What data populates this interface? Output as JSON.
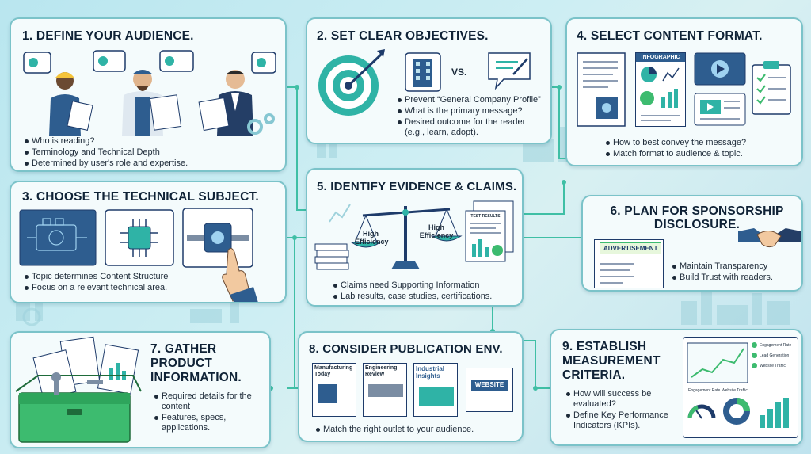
{
  "steps": [
    {
      "title": "1. DEFINE YOUR AUDIENCE.",
      "bullets": [
        "Who is reading?",
        "Terminology and Technical Depth",
        "Determined by user's role and expertise."
      ]
    },
    {
      "title": "2. SET CLEAR OBJECTIVES.",
      "vs_label": "VS.",
      "bullets": [
        "Prevent “General Company Profile”",
        "What is the primary message?",
        "Desired outcome for the reader (e.g., learn, adopt)."
      ]
    },
    {
      "title": "3. CHOOSE THE TECHNICAL SUBJECT.",
      "bullets": [
        "Topic determines Content Structure",
        "Focus on a relevant technical area."
      ]
    },
    {
      "title": "4. SELECT CONTENT FORMAT.",
      "infographic_label": "INFOGRAPHIC",
      "bullets": [
        "How to best convey the message?",
        "Match format to audience & topic."
      ]
    },
    {
      "title": "5. IDENTIFY EVIDENCE & CLAIMS.",
      "scale_left": "High Efficiency",
      "scale_right": "High Efficiency",
      "doc_label": "TEST RESULTS",
      "bullets": [
        "Claims need Supporting Information",
        "Lab results, case studies, certifications."
      ]
    },
    {
      "title": "6. PLAN FOR SPONSORSHIP DISCLOSURE.",
      "banner": "ADVERTISEMENT",
      "bullets": [
        "Maintain Transparency",
        "Build Trust with readers."
      ]
    },
    {
      "title": "7. GATHER PRODUCT INFORMATION.",
      "bullets": [
        "Required details for the content",
        "Features, specs, applications."
      ]
    },
    {
      "title": "8. CONSIDER PUBLICATION ENV.",
      "outlets": [
        "Manufacturing Today",
        "Engineering Review",
        "Industrial Insights",
        "WEBSITE"
      ],
      "bullets": [
        "Match the right outlet to your audience."
      ]
    },
    {
      "title": "9. ESTABLISH MEASUREMENT CRITERIA.",
      "kpi_labels": [
        "Engagement Rate",
        "Lead Generation",
        "Website Traffic"
      ],
      "bullets": [
        "How will success be evaluated?",
        "Define Key Performance Indicators (KPIs)."
      ]
    }
  ],
  "colors": {
    "card_border": "#7bc3c9",
    "accent_teal": "#2fb3a6",
    "accent_green": "#3dbb6f",
    "navy": "#1e3b6a"
  }
}
